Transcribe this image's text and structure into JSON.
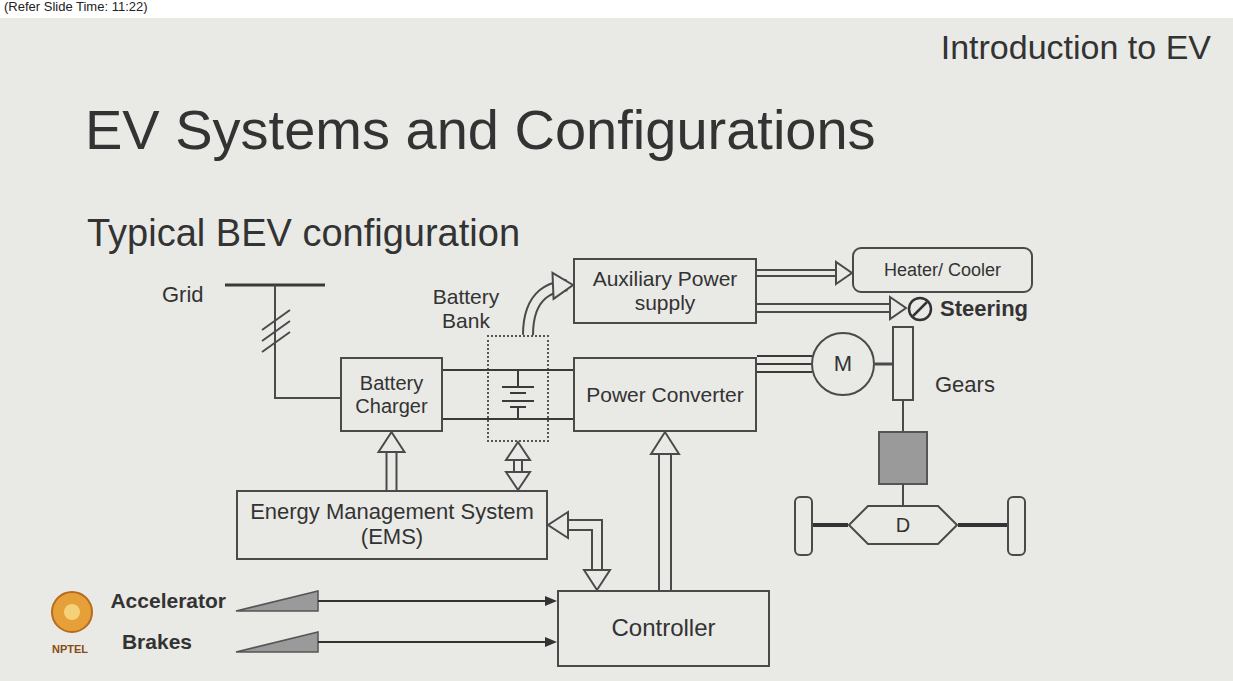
{
  "diagram": {
    "title": "EV Systems and Configurations",
    "nodes": [
      {
        "text": [
          "Heater/ Cooler"
        ]
      },
      {
        "text": [
          "Auxiliary Power supply"
        ]
      },
      {
        "text": [
          "Battery Bank"
        ]
      },
      {
        "text": [
          "Battery Charger"
        ]
      },
      {
        "text": [
          "Power Converter"
        ]
      },
      {
        "text": [
          "M"
        ]
      },
      {
        "text": [
          "Energy Management System (EMS)"
        ]
      },
      {
        "text": [
          "D"
        ]
      },
      {
        "text": [
          "Controller"
        ]
      }
    ],
    "edges": [
      {
        "from": 1,
        "to": 0,
        "arrow": "to"
      },
      {
        "from": 2,
        "to": 1,
        "arrow": "to"
      },
      {
        "from": 3,
        "to": 2,
        "arrow": "none"
      },
      {
        "from": 2,
        "to": 4,
        "arrow": "none"
      },
      {
        "from": 4,
        "to": 5,
        "arrow": "none"
      },
      {
        "from": 6,
        "to": 3,
        "arrow": "to"
      },
      {
        "from": 2,
        "to": 6,
        "arrow": "both"
      },
      {
        "from": 6,
        "to": 8,
        "arrow": "both"
      },
      {
        "from": 8,
        "to": 4,
        "arrow": "to"
      }
    ],
    "labels": [
      "(Refer Slide Time: 11:22)",
      "Introduction to EV",
      "Typical BEV configuration",
      "Grid",
      "Steering",
      "Gears",
      "Accelerator",
      "Brakes",
      "NPTEL"
    ]
  }
}
